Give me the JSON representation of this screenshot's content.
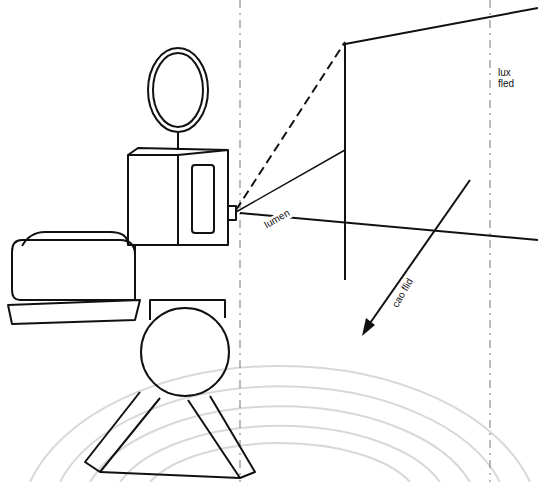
{
  "diagram": {
    "labels": [
      "lumen",
      "lux fled",
      "cao flid"
    ]
  }
}
